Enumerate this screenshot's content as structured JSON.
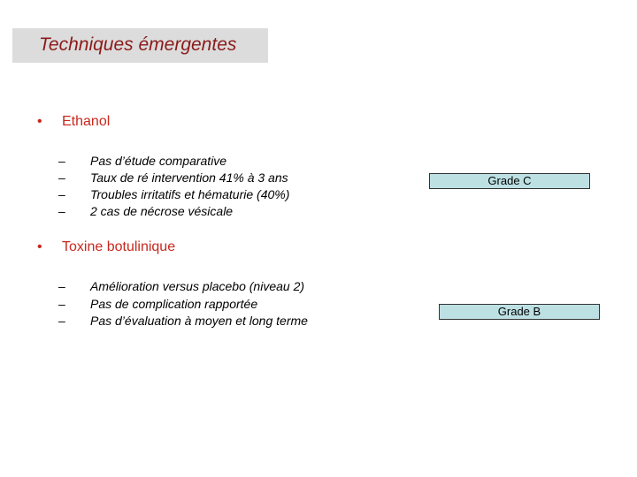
{
  "title": "Techniques émergentes",
  "sections": [
    {
      "label": "Ethanol",
      "items": [
        "Pas d’étude comparative",
        "Taux de ré intervention 41% à 3 ans",
        "Troubles irritatifs et hématurie (40%)",
        "2 cas de nécrose vésicale"
      ],
      "grade": "Grade C"
    },
    {
      "label": "Toxine botulinique",
      "items": [
        "Amélioration versus placebo (niveau 2)",
        "Pas de complication rapportée",
        "Pas d’évaluation à moyen et long terme"
      ],
      "grade": "Grade B"
    }
  ],
  "bullet_symbol": "•",
  "dash_symbol": "–"
}
